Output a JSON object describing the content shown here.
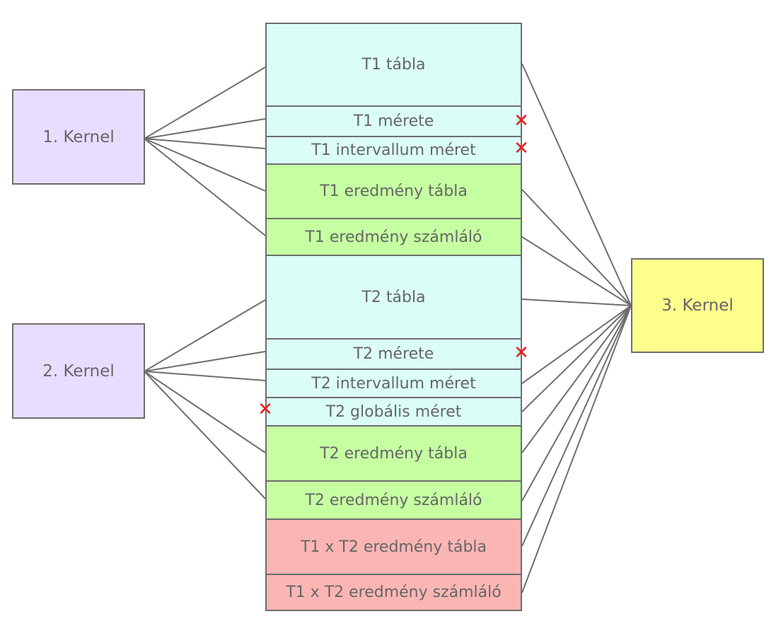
{
  "colors": {
    "input_table": "#dbfdf8",
    "result": "#c6ffa2",
    "cross_result": "#fbb6b4",
    "kernel_12": "#e8ddff",
    "kernel_3": "#fdfe8c",
    "line": "#6e6e6e",
    "cross_mark": "#e81c1c"
  },
  "kernels": {
    "k1": "1. Kernel",
    "k2": "2. Kernel",
    "k3": "3. Kernel"
  },
  "memory": {
    "t1_table": "T1 tábla",
    "t1_size": "T1 mérete",
    "t1_interval": "T1 intervallum méret",
    "t1_result_table": "T1 eredmény tábla",
    "t1_result_counter": "T1 eredmény számláló",
    "t2_table": "T2 tábla",
    "t2_size": "T2 mérete",
    "t2_interval": "T2 intervallum méret",
    "t2_global": "T2 globális méret",
    "t2_result_table": "T2 eredmény tábla",
    "t2_result_counter": "T2 eredmény számláló",
    "t12_result_table": "T1 x T2 eredmény tábla",
    "t12_result_counter": "T1 x T2 eredmény számláló"
  },
  "marks": {
    "cross": "✕"
  }
}
